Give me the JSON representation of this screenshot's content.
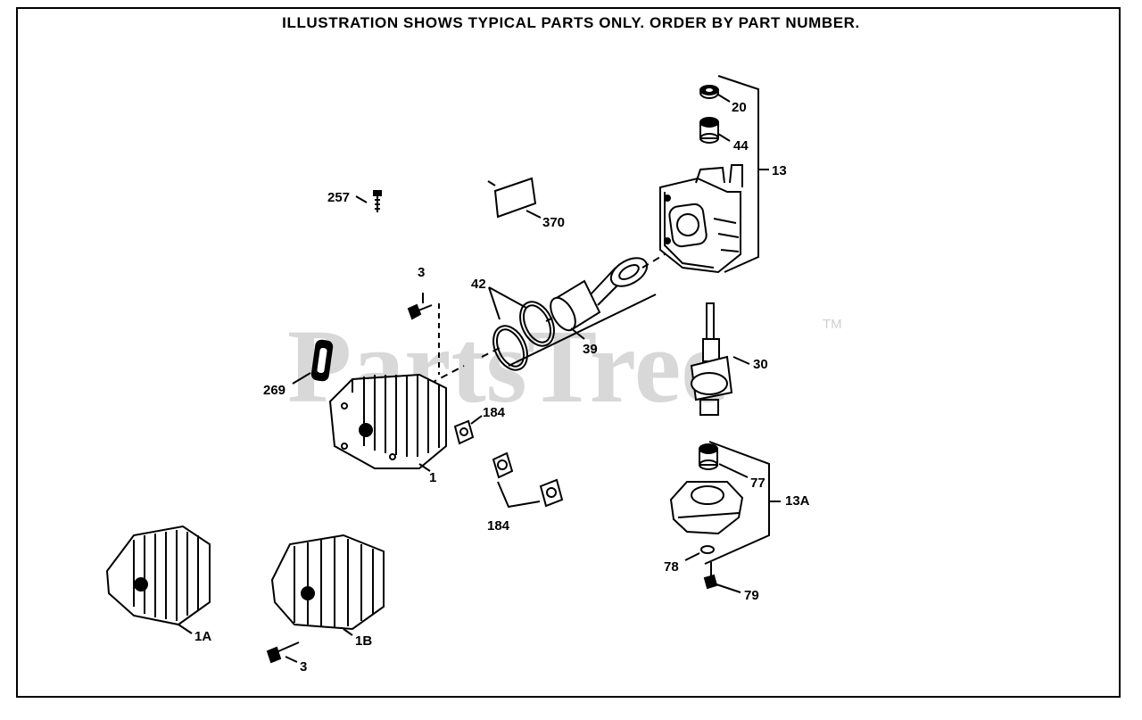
{
  "header": {
    "text": "ILLUSTRATION SHOWS TYPICAL PARTS ONLY. ORDER BY PART NUMBER."
  },
  "watermark": {
    "brand": "PartsTree",
    "trademark": "TM"
  },
  "callouts": {
    "p20": "20",
    "p44": "44",
    "p13": "13",
    "p257": "257",
    "p370": "370",
    "p3_top": "3",
    "p42": "42",
    "p39": "39",
    "p269": "269",
    "p30": "30",
    "p184_a": "184",
    "p1": "1",
    "p184_b": "184",
    "p77": "77",
    "p13a": "13A",
    "p78": "78",
    "p79": "79",
    "p1a": "1A",
    "p1b": "1B",
    "p3_bottom": "3"
  },
  "colors": {
    "ink": "#000000",
    "watermark": "#d8d8d8",
    "background": "#ffffff"
  }
}
